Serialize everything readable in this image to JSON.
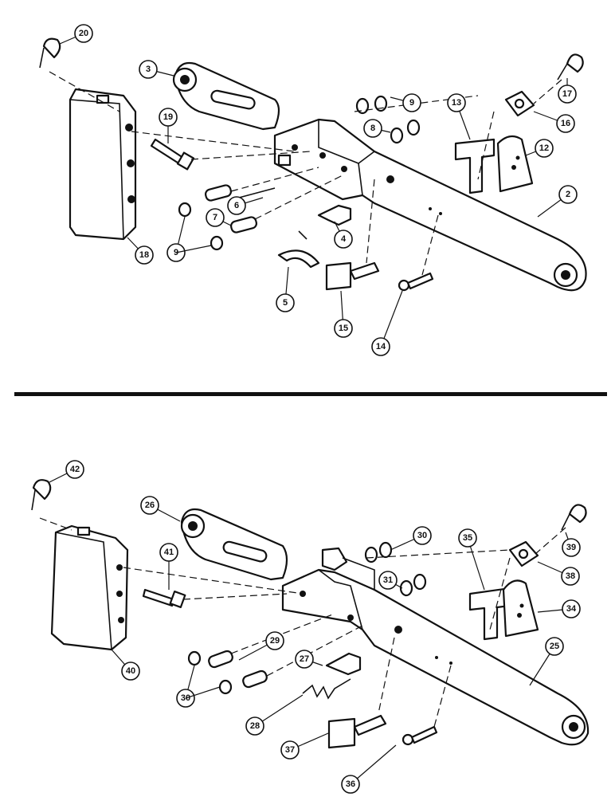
{
  "diagram": {
    "top_assembly": {
      "callouts": [
        "2",
        "3",
        "4",
        "5",
        "6",
        "7",
        "8",
        "9",
        "9",
        "9",
        "12",
        "13",
        "14",
        "15",
        "16",
        "17",
        "18",
        "19",
        "20"
      ]
    },
    "bottom_assembly": {
      "callouts": [
        "25",
        "26",
        "27",
        "28",
        "29",
        "30",
        "30",
        "30",
        "31",
        "34",
        "35",
        "36",
        "37",
        "38",
        "39",
        "40",
        "41",
        "42"
      ]
    }
  }
}
